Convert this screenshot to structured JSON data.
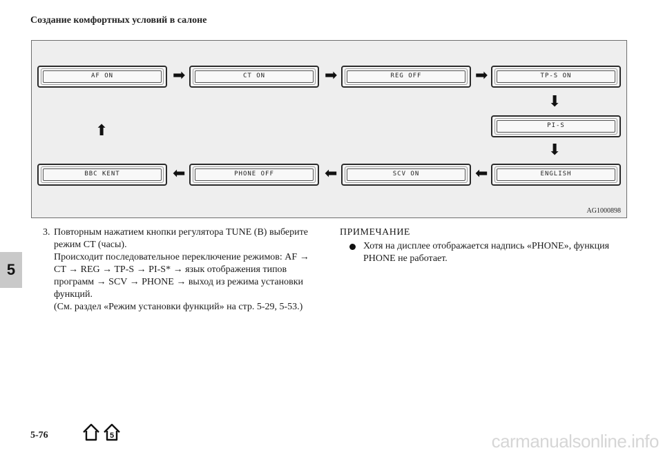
{
  "header": {
    "section_title": "Создание комфортных условий в салоне"
  },
  "chapter_tab": {
    "number": "5"
  },
  "figure": {
    "displays": {
      "af": "AF ON",
      "ct": "CT ON",
      "reg": "REG OFF",
      "tps": "TP-S ON",
      "pis": "PI-S",
      "english": "ENGLISH",
      "bbc": "BBC KENT",
      "phone": "PHONE OFF",
      "scv": "SCV ON"
    },
    "figure_id": "AG1000898",
    "arrow_icons": [
      "arrow-right-icon",
      "arrow-down-icon",
      "arrow-left-icon",
      "arrow-up-icon"
    ]
  },
  "step": {
    "number": "3.",
    "lines": [
      "Повторным нажатием кнопки регулятора TUNE (B) выберите",
      "режим CT (часы).",
      "Происходит последовательное переключение режимов: AF →",
      "CT → REG → TP-S → PI-S* → язык отображения типов",
      "программ → SCV → PHONE → выход из режима установки",
      "функций.",
      "(См. раздел «Режим установки функций» на стр. 5-29, 5-53.)"
    ]
  },
  "note": {
    "title": "ПРИМЕЧАНИЕ",
    "lines": [
      "Хотя на дисплее отображается надпись «PHONE», функция",
      "PHONE не работает."
    ]
  },
  "footer": {
    "page_number": "5-76",
    "chapter_icon_label": "5",
    "watermark": "carmanualsonline.info"
  },
  "colors": {
    "page": "#ffffff",
    "figure_bg": "#eeeeee",
    "ink": "#1a1a1a",
    "tab": "#c9c9c9",
    "watermark": "#d6d6d6"
  }
}
